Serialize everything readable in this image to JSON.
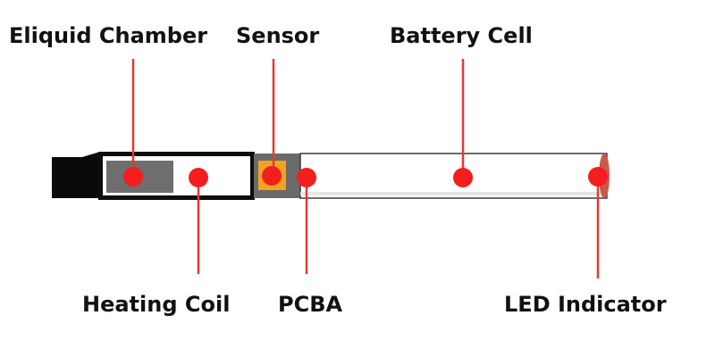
{
  "labels": {
    "eliquid_chamber": "Eliquid Chamber",
    "sensor": "Sensor",
    "battery_cell": "Battery Cell",
    "heating_coil": "Heating Coil",
    "pcba": "PCBA",
    "led_indicator": "LED Indicator"
  },
  "colors": {
    "leader": "#e53935",
    "dot": "#f41e1e",
    "mouthpiece": "#0a0a0a",
    "chamber": "#6e6e6e",
    "sensor": "#f3a31f",
    "pcba_block": "#6a6a6a",
    "led_cap": "#c85a4a",
    "outline": "#1a1a1a"
  }
}
